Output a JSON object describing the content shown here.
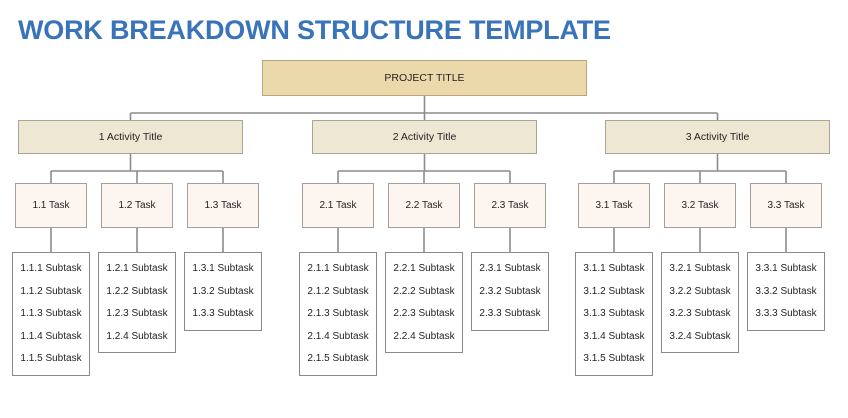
{
  "page": {
    "title": "WORK BREAKDOWN STRUCTURE TEMPLATE",
    "title_color": "#3973b9",
    "background": "#ffffff"
  },
  "colors": {
    "project_fill": "#ecd9ab",
    "activity_fill": "#eee7d4",
    "task_fill": "#fdf5f0",
    "subtask_fill": "#ffffff",
    "connector": "#8c8c8c",
    "text": "#231f20"
  },
  "chart_data": {
    "type": "diagram",
    "diagram_kind": "work-breakdown-structure",
    "title": "WORK BREAKDOWN STRUCTURE TEMPLATE",
    "levels": [
      "project",
      "activity",
      "task",
      "subtask"
    ]
  },
  "project": {
    "label": "PROJECT TITLE"
  },
  "activities": [
    {
      "label": "1 Activity Title",
      "tasks": [
        {
          "label": "1.1 Task",
          "subtasks": [
            "1.1.1 Subtask",
            "1.1.2 Subtask",
            "1.1.3 Subtask",
            "1.1.4 Subtask",
            "1.1.5 Subtask"
          ]
        },
        {
          "label": "1.2 Task",
          "subtasks": [
            "1.2.1 Subtask",
            "1.2.2 Subtask",
            "1.2.3 Subtask",
            "1.2.4 Subtask"
          ]
        },
        {
          "label": "1.3 Task",
          "subtasks": [
            "1.3.1 Subtask",
            "1.3.2 Subtask",
            "1.3.3 Subtask"
          ]
        }
      ]
    },
    {
      "label": "2 Activity Title",
      "tasks": [
        {
          "label": "2.1 Task",
          "subtasks": [
            "2.1.1 Subtask",
            "2.1.2 Subtask",
            "2.1.3 Subtask",
            "2.1.4 Subtask",
            "2.1.5 Subtask"
          ]
        },
        {
          "label": "2.2 Task",
          "subtasks": [
            "2.2.1 Subtask",
            "2.2.2 Subtask",
            "2.2.3 Subtask",
            "2.2.4 Subtask"
          ]
        },
        {
          "label": "2.3 Task",
          "subtasks": [
            "2.3.1 Subtask",
            "2.3.2 Subtask",
            "2.3.3 Subtask"
          ]
        }
      ]
    },
    {
      "label": "3 Activity Title",
      "tasks": [
        {
          "label": "3.1 Task",
          "subtasks": [
            "3.1.1 Subtask",
            "3.1.2 Subtask",
            "3.1.3 Subtask",
            "3.1.4 Subtask",
            "3.1.5 Subtask"
          ]
        },
        {
          "label": "3.2 Task",
          "subtasks": [
            "3.2.1 Subtask",
            "3.2.2 Subtask",
            "3.2.3 Subtask",
            "3.2.4 Subtask"
          ]
        },
        {
          "label": "3.3 Task",
          "subtasks": [
            "3.3.1 Subtask",
            "3.3.2 Subtask",
            "3.3.3 Subtask"
          ]
        }
      ]
    }
  ]
}
